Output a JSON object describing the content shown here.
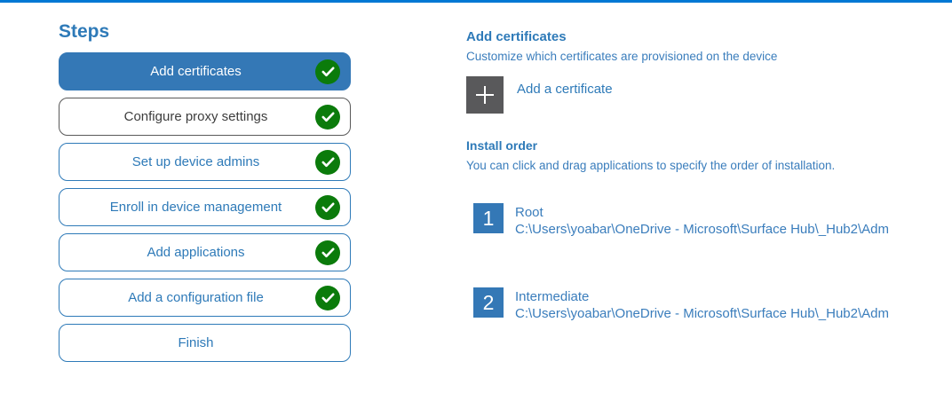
{
  "colors": {
    "accent_blue": "#3478B6",
    "link_blue": "#2E7AB8",
    "body_blue": "#3A7DBC",
    "top_bar_blue": "#0078D4",
    "success_green": "#0B7B0B",
    "neutral_gray": "#59595B"
  },
  "icons": {
    "completed": "check-circle-icon",
    "add": "plus-icon"
  },
  "sidebar": {
    "title": "Steps",
    "steps": [
      {
        "label": "Add certificates",
        "state": "selected",
        "completed": true
      },
      {
        "label": "Configure proxy settings",
        "state": "visited",
        "completed": true
      },
      {
        "label": "Set up device admins",
        "state": "default",
        "completed": true
      },
      {
        "label": "Enroll in device management",
        "state": "default",
        "completed": true
      },
      {
        "label": "Add applications",
        "state": "default",
        "completed": true
      },
      {
        "label": "Add a configuration file",
        "state": "default",
        "completed": true
      },
      {
        "label": "Finish",
        "state": "default",
        "completed": false
      }
    ]
  },
  "main": {
    "section_title": "Add certificates",
    "section_subtitle": "Customize which certificates are provisioned on the device",
    "add_button": {
      "label": "Add a certificate"
    },
    "install_order": {
      "title": "Install order",
      "description": "You can click and drag applications to specify the order of installation.",
      "items": [
        {
          "order": "1",
          "name": "Root",
          "path": "C:\\Users\\yoabar\\OneDrive - Microsoft\\Surface Hub\\_Hub2\\Adm"
        },
        {
          "order": "2",
          "name": "Intermediate",
          "path": "C:\\Users\\yoabar\\OneDrive - Microsoft\\Surface Hub\\_Hub2\\Adm"
        }
      ]
    }
  }
}
